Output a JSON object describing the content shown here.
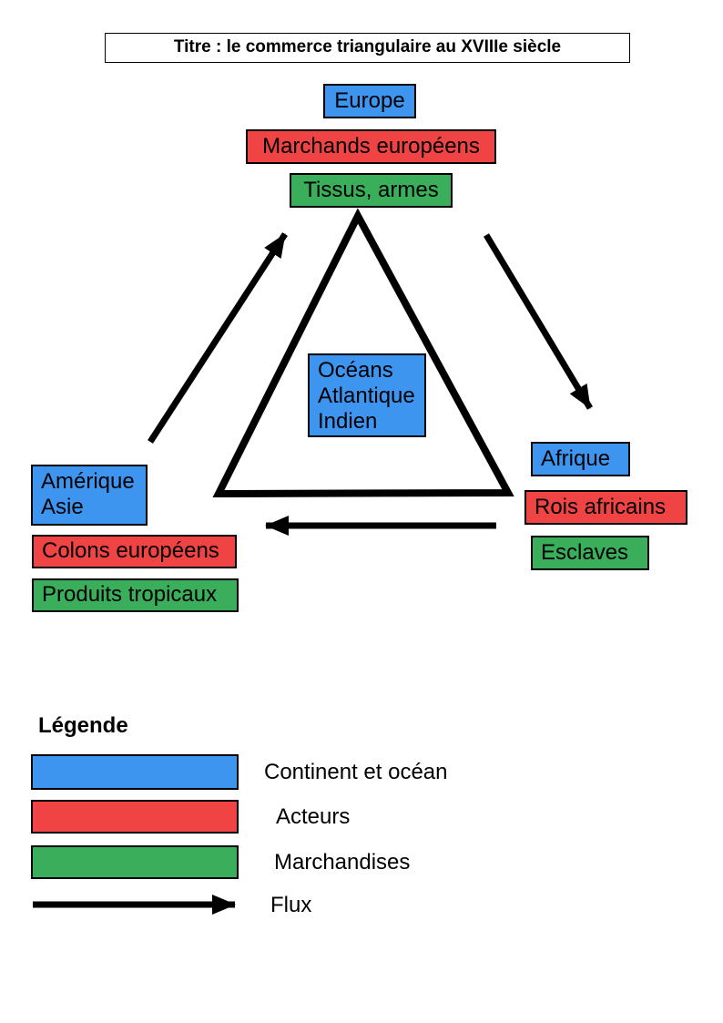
{
  "title": "Titre : le commerce triangulaire au XVIIIe siècle",
  "colors": {
    "continent_ocean": "#3E95F0",
    "acteurs": "#F04343",
    "marchandises": "#3AAE5A",
    "flux": "#000000"
  },
  "nodes": {
    "europe": {
      "continent": "Europe",
      "acteurs": "Marchands européens",
      "marchandises": "Tissus, armes"
    },
    "afrique": {
      "continent": "Afrique",
      "acteurs": "Rois africains",
      "marchandises": "Esclaves"
    },
    "amerique": {
      "continent_lines": [
        "Amérique",
        "Asie"
      ],
      "acteurs": "Colons européens",
      "marchandises": "Produits tropicaux"
    },
    "oceans": {
      "lines": [
        "Océans",
        "Atlantique",
        "Indien"
      ]
    }
  },
  "legend": {
    "heading": "Légende",
    "items": [
      {
        "label": "Continent et océan"
      },
      {
        "label": "Acteurs"
      },
      {
        "label": "Marchandises"
      },
      {
        "label": "Flux"
      }
    ]
  }
}
